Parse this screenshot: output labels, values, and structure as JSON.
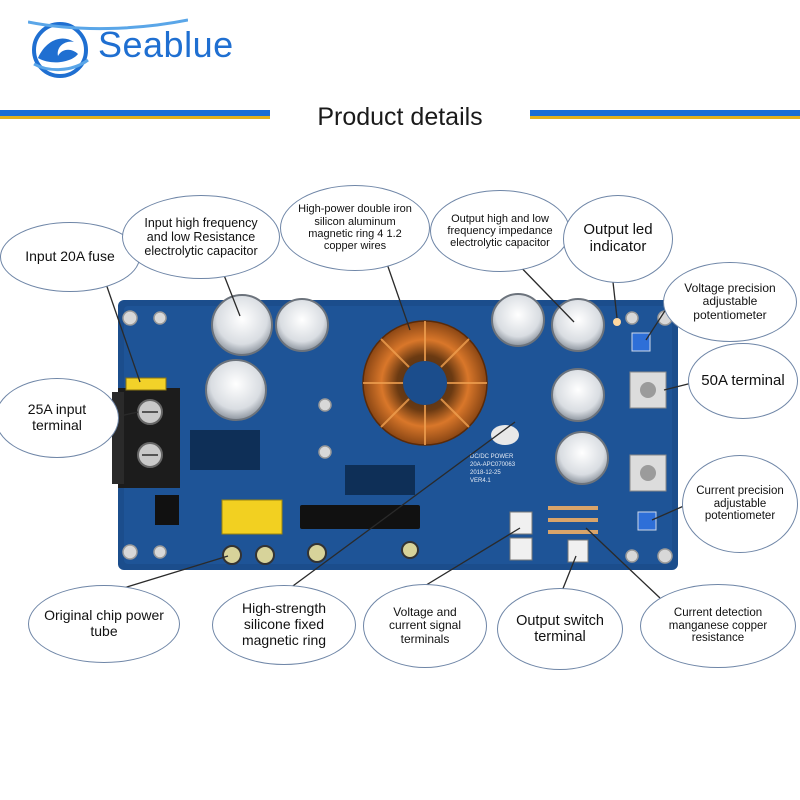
{
  "brand": {
    "name": "Seablue",
    "logo": "wave-logo-icon",
    "color": "#1f6fd1"
  },
  "header": {
    "title": "Product details",
    "rule_blue": "#1a6ed6",
    "rule_gold": "#e2b11e"
  },
  "board": {
    "pcb_color": "#1b4d8c",
    "silk_text": [
      "DC/DC POWER",
      "20A-APC070063",
      "2018-12-25",
      "VER4.1"
    ]
  },
  "callouts": {
    "input_fuse": "Input 20A fuse",
    "input_capacitor": "Input high frequency and low Resistance electrolytic capacitor",
    "magnetic_ring": "High-power double iron silicon aluminum magnetic ring 4 1.2 copper wires",
    "output_capacitor": "Output high and low frequency impedance electrolytic capacitor",
    "output_led": "Output led indicator",
    "voltage_pot": "Voltage precision adjustable potentiometer",
    "input_terminal": "25A input terminal",
    "terminal_50a": "50A terminal",
    "current_pot": "Current precision adjustable potentiometer",
    "power_tube": "Original chip power tube",
    "silicone_ring": "High-strength silicone fixed magnetic ring",
    "signal_terminals": "Voltage and current signal terminals",
    "output_switch": "Output switch terminal",
    "current_detection": "Current detection manganese copper resistance"
  }
}
